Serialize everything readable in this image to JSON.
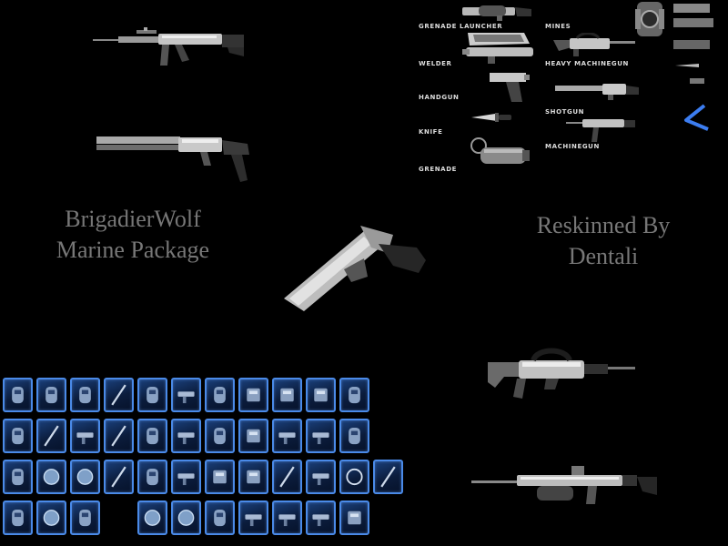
{
  "titles": {
    "left": {
      "line1": "BrigadierWolf",
      "line2": "Marine Package"
    },
    "right": {
      "line1": "Reskinned By",
      "line2": "Dentali"
    }
  },
  "weapon_legend": {
    "labels": {
      "grenade_launcher": "GRENADE LAUNCHER",
      "mines": "MINES",
      "welder": "WELDER",
      "heavy_machinegun": "HEAVY MACHINEGUN",
      "handgun": "HANDGUN",
      "shotgun": "SHOTGUN",
      "knife": "KNIFE",
      "machinegun": "MACHINEGUN",
      "grenade": "GRENADE"
    }
  },
  "weapons_shown": [
    "assault-rifle",
    "shotgun",
    "pistol",
    "heavy-machinegun",
    "grenade-launcher-rifle"
  ],
  "inventory": {
    "rows": [
      [
        "armor-helmet-icon",
        "chest-armor-icon",
        "chest-armor-icon",
        "blade-icon",
        "power-armor-icon",
        "cannon-icon",
        "armor-suit-icon",
        "gear-module-icon",
        "device-icon",
        "backpack-icon",
        "mech-suit-icon"
      ],
      [
        "power-armor-icon",
        "rod-icon",
        "rifle-icon",
        "spike-icon",
        "armor-suit-icon",
        "cannon-icon",
        "chest-plate-icon",
        "machine-icon",
        "rifle-icon",
        "rifle-icon",
        "helmet-icon"
      ],
      [
        "helmet-icon",
        "sphere-icon",
        "spinner-icon",
        "baton-icon",
        "armor-suit-icon",
        "turret-icon",
        "shield-icon",
        "crate-icon",
        "tool-icon",
        "launcher-icon",
        "ring-icon",
        "sword-icon"
      ],
      [
        "jetpack-icon",
        "vortex-icon",
        "drone-icon",
        "",
        "disc-icon",
        "sphere-icon",
        "armor-suit-icon",
        "turret-icon",
        "pistol-icon",
        "launcher-icon",
        "machine-icon"
      ]
    ]
  },
  "colors": {
    "background": "#000000",
    "title_text": "#777777",
    "legend_text": "#dddddd",
    "slot_border": "#4a8ae8",
    "slot_fill": "#0b1c3c"
  }
}
